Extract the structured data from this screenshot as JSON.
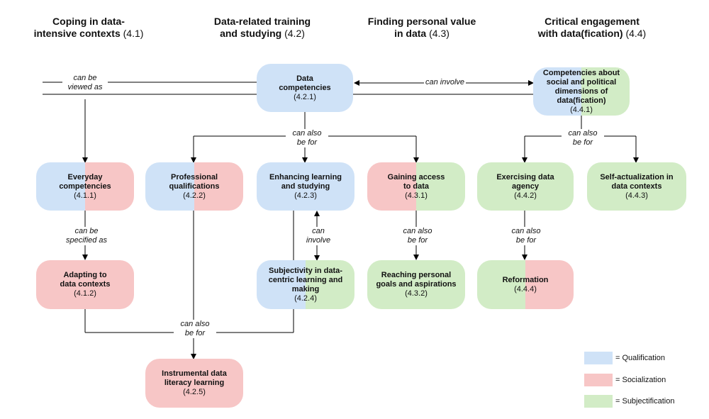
{
  "columns": [
    {
      "title_l1": "Coping in data-",
      "title_l2": "intensive contexts",
      "num": "(4.1)"
    },
    {
      "title_l1": "Data-related training",
      "title_l2": "and studying",
      "num": "(4.2)"
    },
    {
      "title_l1": "Finding personal value",
      "title_l2": "in data",
      "num": "(4.3)"
    },
    {
      "title_l1": "Critical engagement",
      "title_l2": "with data(fication)",
      "num": "(4.4)"
    }
  ],
  "nodes": {
    "n421": {
      "l1": "Data",
      "l2": "competencies",
      "num": "(4.2.1)"
    },
    "n441": {
      "l1": "Competencies about",
      "l2": "social and political",
      "l3": "dimensions of",
      "l4": "data(fication)",
      "num": "(4.4.1)"
    },
    "n411": {
      "l1": "Everyday",
      "l2": "competencies",
      "num": "(4.1.1)"
    },
    "n422": {
      "l1": "Professional",
      "l2": "qualifications",
      "num": "(4.2.2)"
    },
    "n423": {
      "l1": "Enhancing learning",
      "l2": "and studying",
      "num": "(4.2.3)"
    },
    "n431": {
      "l1": "Gaining access",
      "l2": "to data",
      "num": "(4.3.1)"
    },
    "n442": {
      "l1": "Exercising data",
      "l2": "agency",
      "num": "(4.4.2)"
    },
    "n443": {
      "l1": "Self-actualization in",
      "l2": "data contexts",
      "num": "(4.4.3)"
    },
    "n412": {
      "l1": "Adapting to",
      "l2": "data contexts",
      "num": "(4.1.2)"
    },
    "n424": {
      "l1": "Subjectivity in data-",
      "l2": "centric learning and",
      "l3": "making",
      "num": "(4.2.4)"
    },
    "n432": {
      "l1": "Reaching personal",
      "l2": "goals and aspirations",
      "num": "(4.3.2)"
    },
    "n444": {
      "l1": "Reformation",
      "num": "(4.4.4)"
    },
    "n425": {
      "l1": "Instrumental data",
      "l2": "literacy learning",
      "num": "(4.2.5)"
    }
  },
  "edge_labels": {
    "can_be_viewed": {
      "l1": "can be",
      "l2": "viewed as"
    },
    "can_involve_top": "can involve",
    "can_also_center": {
      "l1": "can also",
      "l2": "be for"
    },
    "can_also_right": {
      "l1": "can also",
      "l2": "be for"
    },
    "can_be_specified": {
      "l1": "can be",
      "l2": "specified as"
    },
    "can_involve_mid": {
      "l1": "can",
      "l2": "involve"
    },
    "can_also_431": {
      "l1": "can also",
      "l2": "be for"
    },
    "can_also_442": {
      "l1": "can also",
      "l2": "be for"
    },
    "can_also_bottom": {
      "l1": "can also",
      "l2": "be for"
    }
  },
  "legend": [
    {
      "label": "= Qualification",
      "color": "#cfe2f7"
    },
    {
      "label": "= Socialization",
      "color": "#f7c6c6"
    },
    {
      "label": "= Subjectification",
      "color": "#d2ecc6"
    }
  ]
}
